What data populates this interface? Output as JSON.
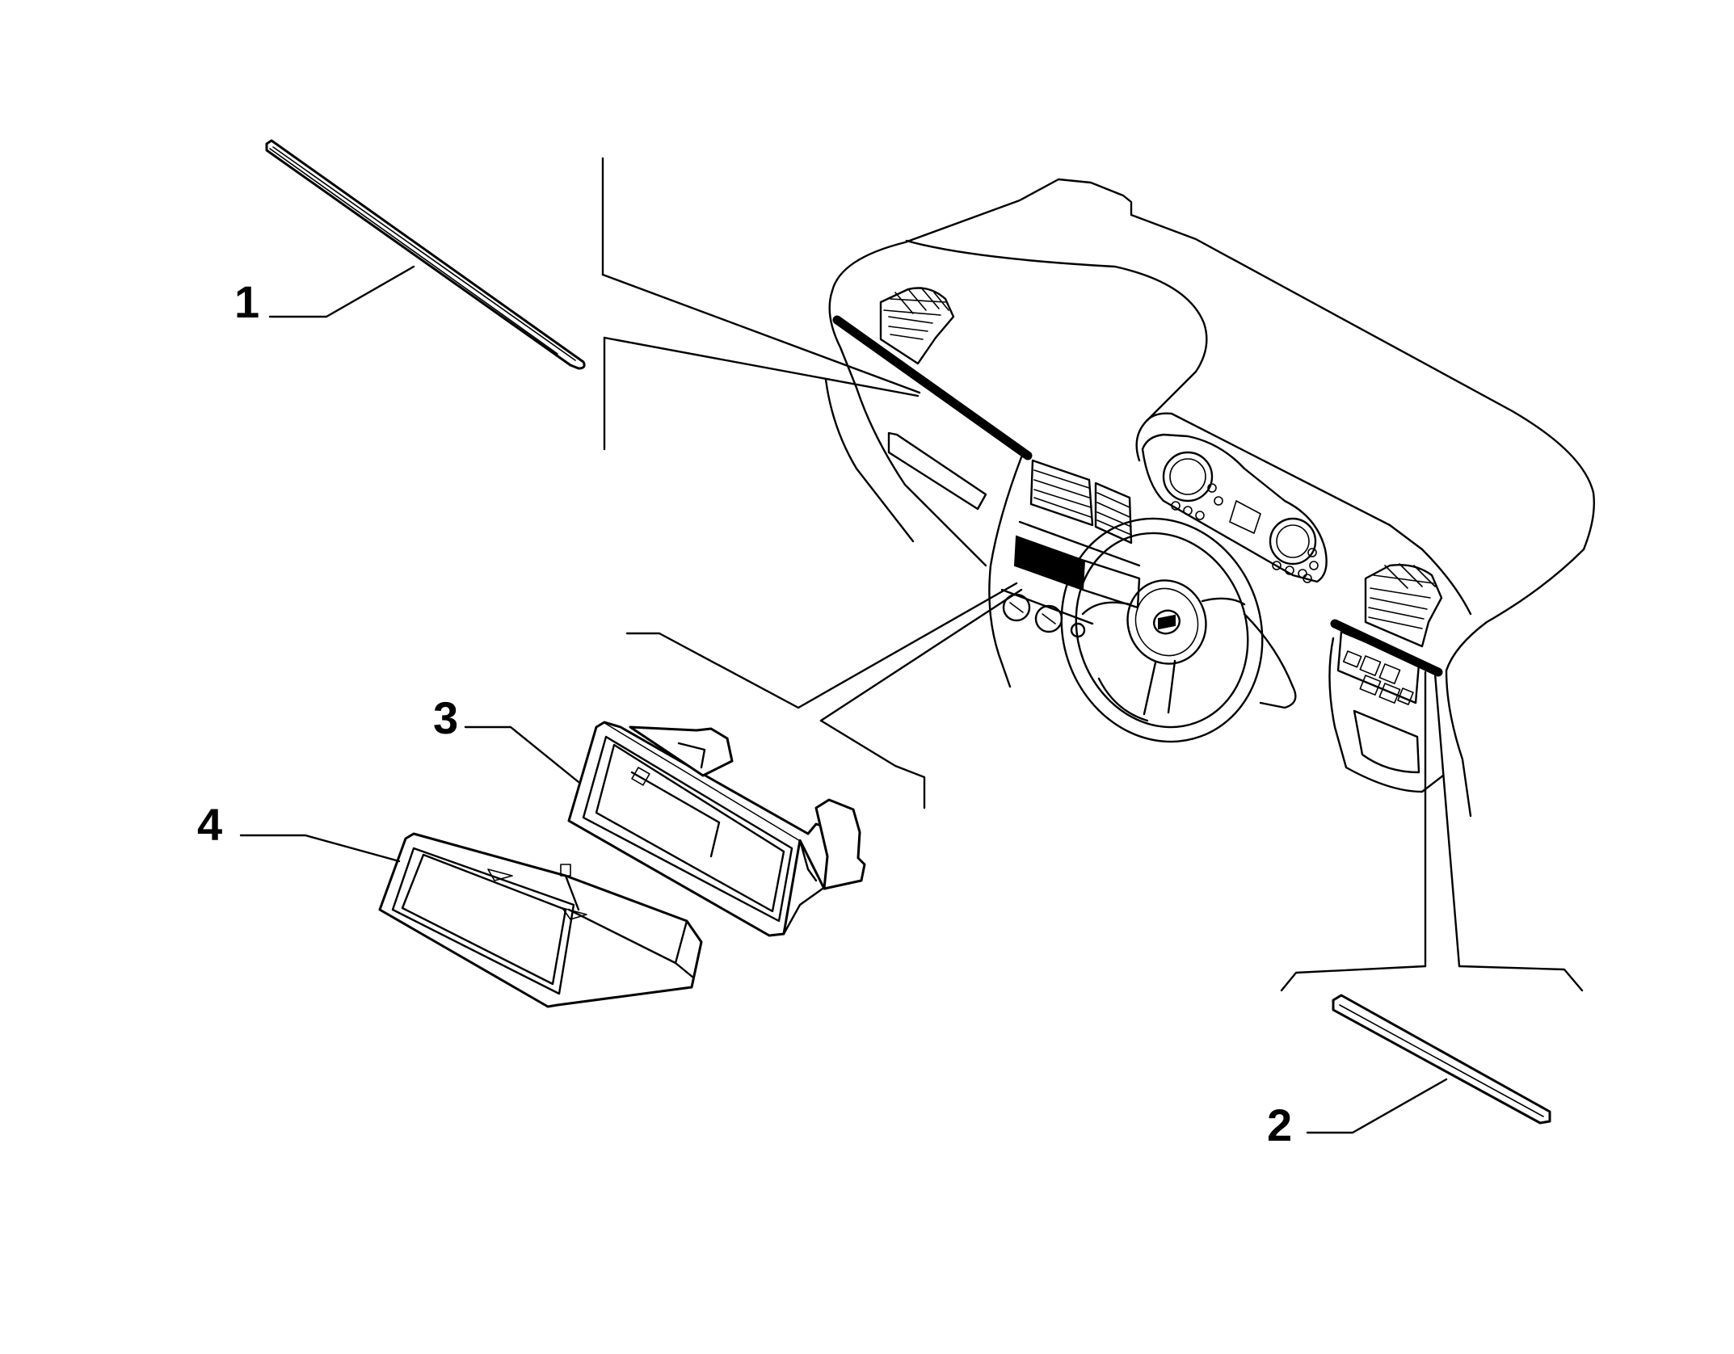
{
  "diagram": {
    "colors": {
      "line": "#000000",
      "background": "#ffffff"
    },
    "callouts": [
      {
        "id": "1",
        "label": "1"
      },
      {
        "id": "2",
        "label": "2"
      },
      {
        "id": "3",
        "label": "3"
      },
      {
        "id": "4",
        "label": "4"
      }
    ],
    "icons": {
      "steering_wheel": "steering-wheel-icon",
      "brand_badge": "brand-badge-icon"
    }
  }
}
